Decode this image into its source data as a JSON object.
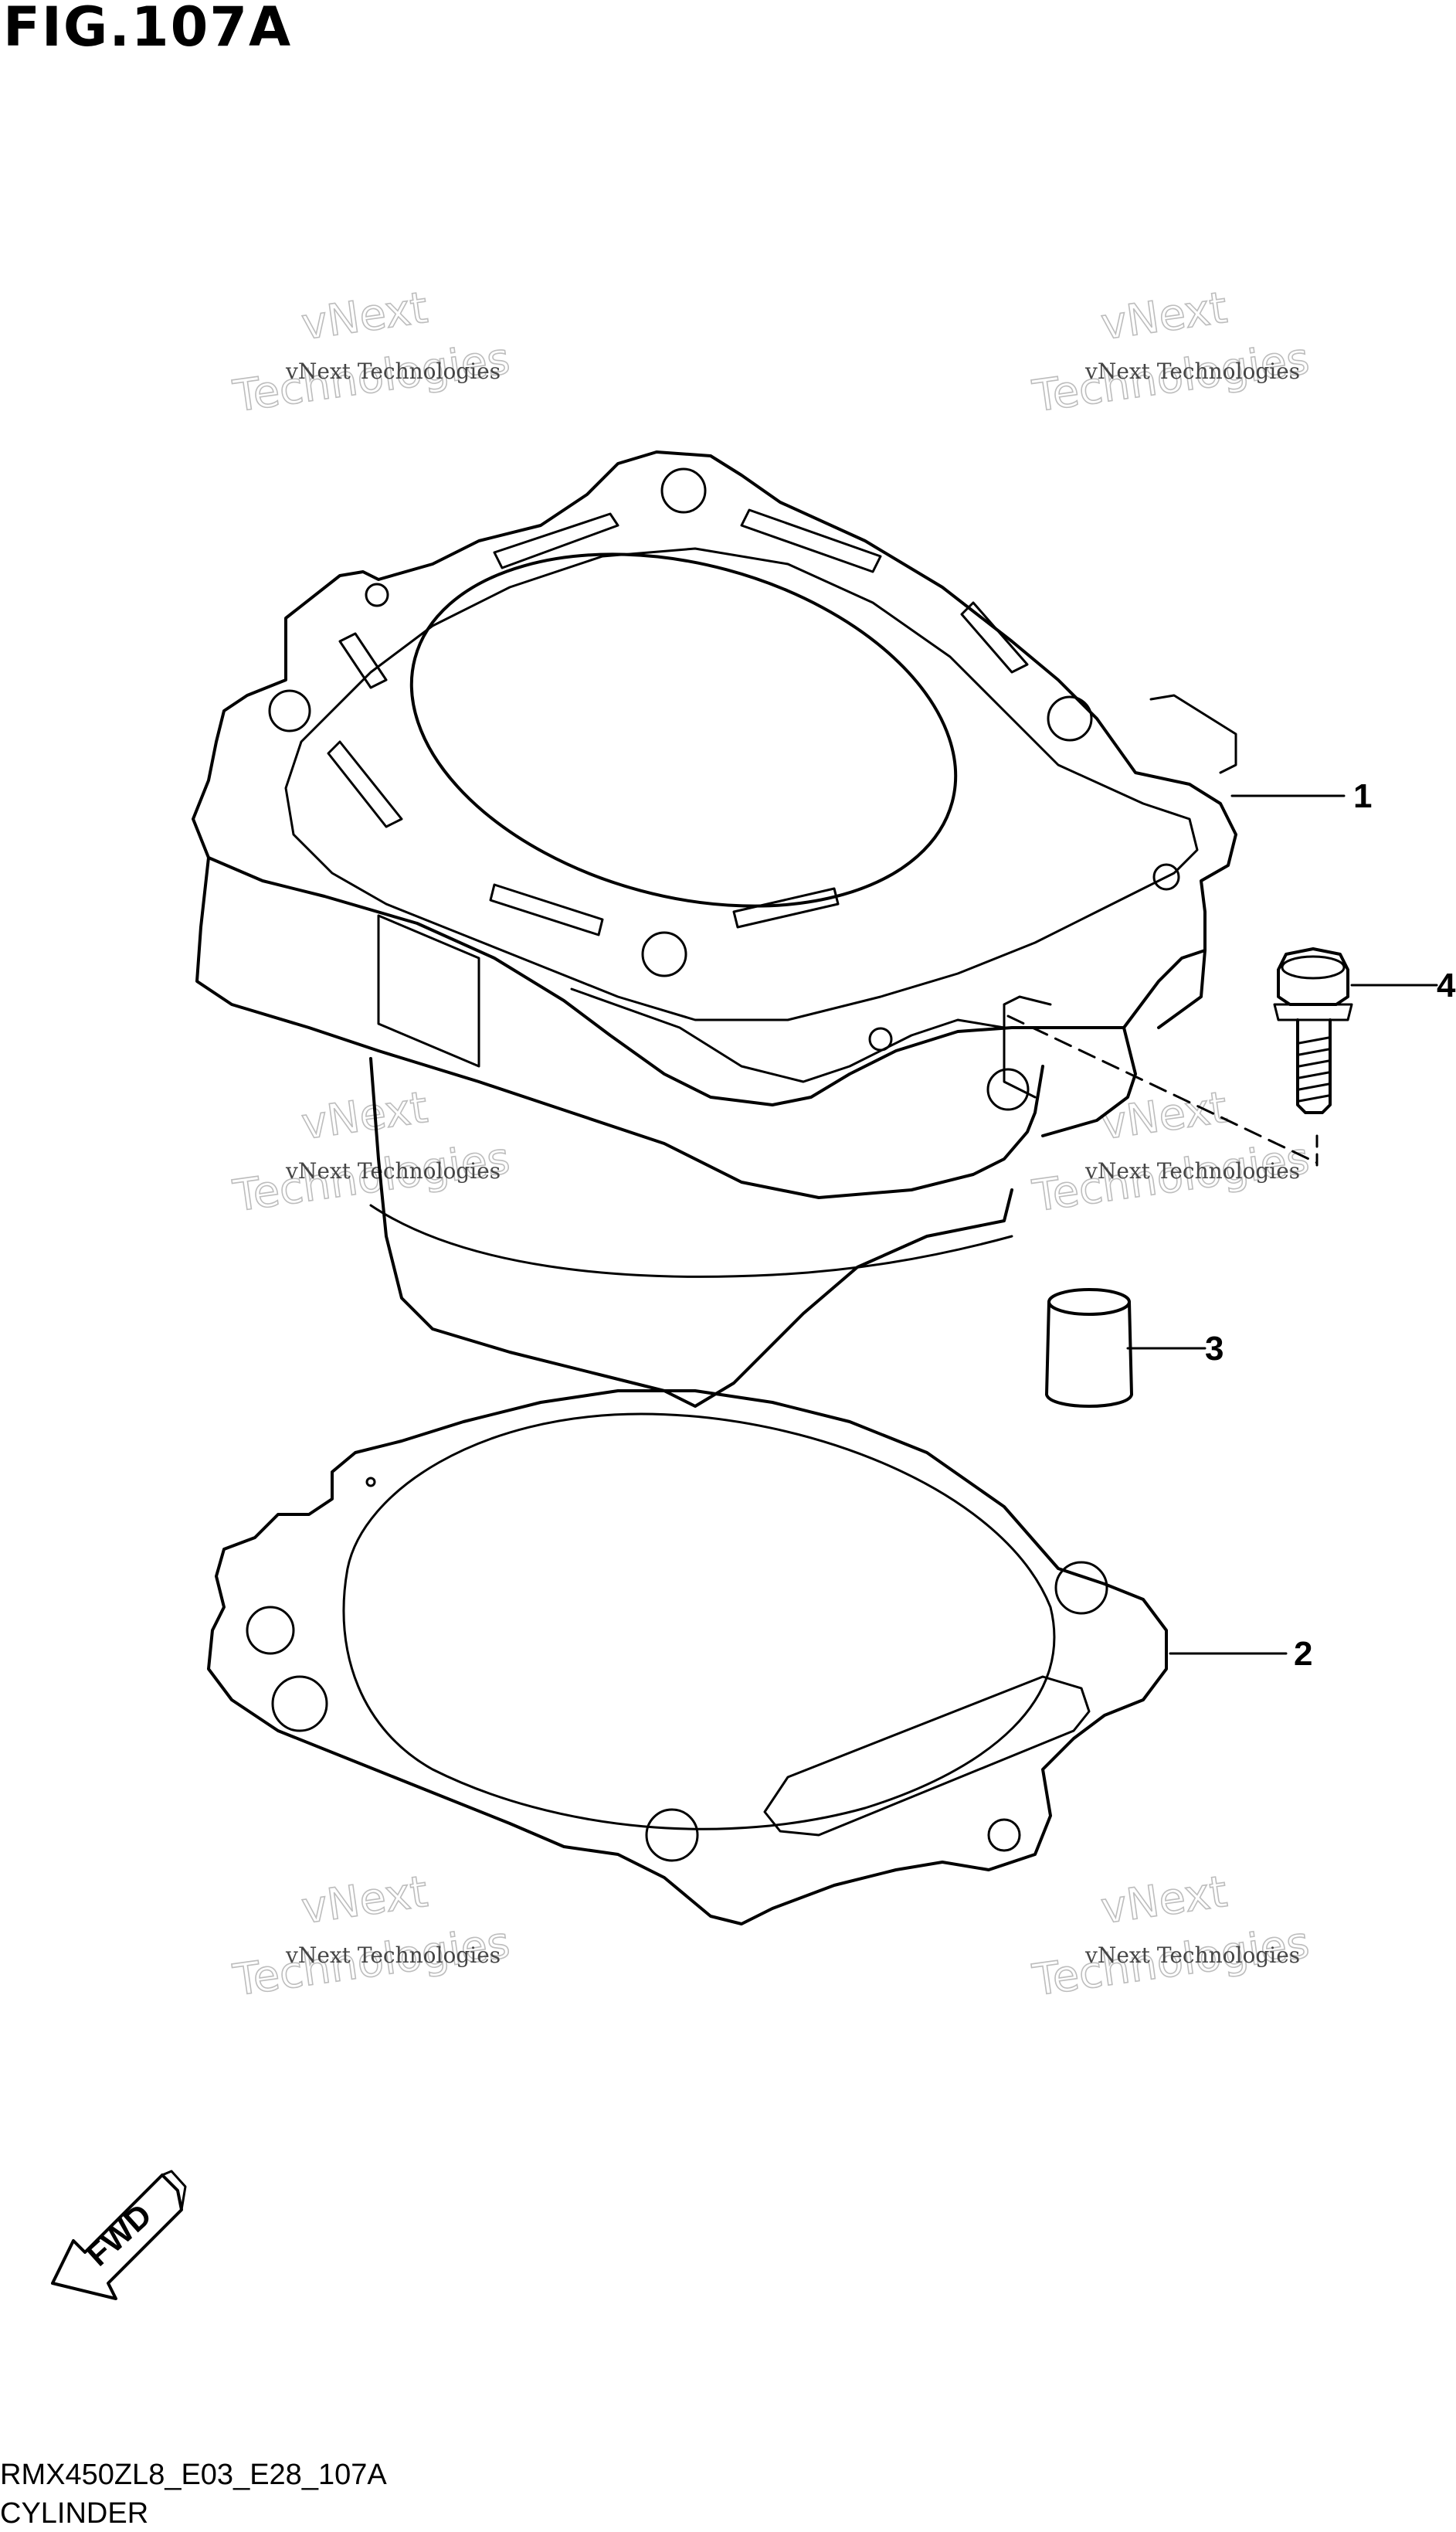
{
  "figure": {
    "title": "FIG.107A",
    "model_code": "RMX450ZL8_E03_E28_107A",
    "section_name": "CYLINDER"
  },
  "callouts": [
    {
      "number": "1",
      "part": "cylinder"
    },
    {
      "number": "2",
      "part": "cylinder-base-gasket"
    },
    {
      "number": "3",
      "part": "dowel-pin"
    },
    {
      "number": "4",
      "part": "flange-bolt"
    }
  ],
  "watermark": {
    "line_small": "vNext Technologies",
    "line_big_1": "vNext",
    "line_big_2": "Technologies"
  },
  "fwd_arrow": {
    "label": "FWD"
  }
}
